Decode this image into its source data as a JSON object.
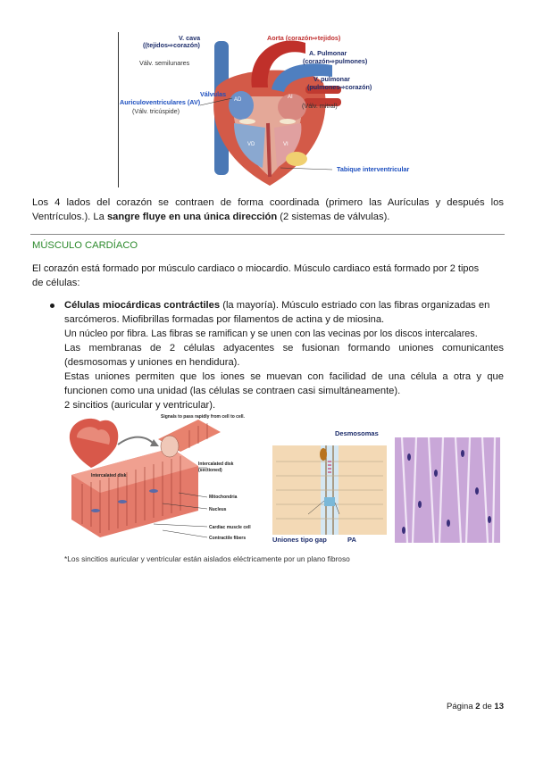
{
  "heart_figure": {
    "vcava": [
      "V. cava",
      "(tejidos",
      "corazón)"
    ],
    "aorta": [
      "Aorta (corazón",
      "tejidos)"
    ],
    "valv_semilunares": "Válv. semilunares",
    "apulmonar": [
      "A. Pulmonar",
      "(corazón",
      "pulmones)"
    ],
    "vpulmonar": [
      "V. pulmonar",
      "(pulmones",
      "corazón)"
    ],
    "valvulas": [
      "Válvulas",
      "Auriculoventriculares (AV)",
      "(Válv. tricúspide)"
    ],
    "valv_mitral": "(Válv. mitral)",
    "tabique": "Tabique interventricular",
    "marks": [
      "AD",
      "AI",
      "VD",
      "VI"
    ]
  },
  "para1": {
    "line1": "Los 4 lados del corazón se contraen de forma coordinada (primero las Aurículas y después los",
    "line2_pre": "Ventrículos.). La ",
    "line2_bold": "sangre fluye en una única dirección",
    "line2_post": " (2 sistemas de válvulas)."
  },
  "section_heading": "MÚSCULO CARDÍACO",
  "para2": {
    "line1": "El corazón está formado por músculo cardiaco o miocardio. Músculo cardiaco está formado por 2 tipos",
    "line2": "de células:"
  },
  "bullet": {
    "bold": "Células miocárdicas contráctiles",
    "rest": " (la mayoría). Músculo estriado con las fibras organizadas en",
    "lines": [
      "sarcómeros. Miofibrillas formadas por filamentos de actina y de miosina.",
      "Un núcleo por fibra. Las fibras se ramifican y se unen con las vecinas por los discos intercalares.",
      "Las membranas de 2 células adyacentes se fusionan formando uniones comunicantes",
      "(desmosomas y uniones en hendidura).",
      "Estas uniones permiten que los iones se muevan con facilidad de una célula a otra y que",
      "funcionen como una unidad (las células se contraen casi simultáneamente).",
      "2 sincitios (auricular y ventricular)."
    ]
  },
  "muscle_figure": {
    "labels": [
      "Signals to pass rapidly from cell to cell.",
      "Intercalated disk",
      "(sectioned)",
      "Intercalated disk",
      "Mitochondria",
      "Nucleus",
      "Cardiac muscle cell",
      "Contractile fibers"
    ]
  },
  "junction_figure": {
    "desmosomas": "Desmosomas",
    "uniones": "Uniones tipo gap",
    "pa": "PA"
  },
  "footnote": "*Los sincitios auricular y ventricular están aislados eléctricamente por un plano fibroso",
  "footer": {
    "pagina": "Página",
    "num": "2",
    "de": "de",
    "total": "13"
  },
  "colors": {
    "heading_green": "#2e8b2e",
    "rule": "#8a8a8a",
    "label_navy": "#1d2d6b"
  }
}
